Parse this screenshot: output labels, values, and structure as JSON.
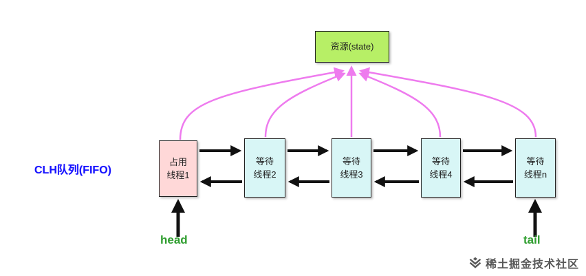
{
  "diagram": {
    "title": "CLH队列(FIFO)",
    "resource": {
      "label": "资源(state)"
    },
    "nodes": [
      {
        "id": "thread1",
        "label": "占用\n线程1",
        "type": "occupied"
      },
      {
        "id": "thread2",
        "label": "等待\n线程2",
        "type": "waiting"
      },
      {
        "id": "thread3",
        "label": "等待\n线程3",
        "type": "waiting"
      },
      {
        "id": "thread4",
        "label": "等待\n线程4",
        "type": "waiting"
      },
      {
        "id": "threadn",
        "label": "等待\n线程n",
        "type": "waiting"
      }
    ],
    "head_label": "head",
    "tail_label": "tail",
    "colors": {
      "resource_bg": "#b7ef66",
      "occupied_bg": "#ffd8d8",
      "waiting_bg": "#d8f6f6",
      "title": "#1414ff",
      "head_tail": "#2f9e2f",
      "spin_link": "#ee7bee",
      "link": "#111111"
    }
  },
  "watermark": {
    "text": "稀土掘金技术社区"
  }
}
